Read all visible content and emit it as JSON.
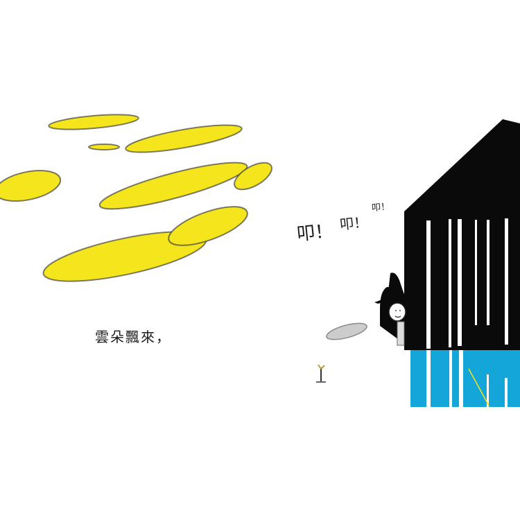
{
  "narration": "雲朵飄來，",
  "knocks": [
    "叩！",
    "叩！",
    "叩！"
  ],
  "colors": {
    "cloud_yellow": "#f5e51c",
    "house_black": "#0a0a0a",
    "water_blue": "#14a6d8",
    "scribble_grey": "#555555"
  }
}
